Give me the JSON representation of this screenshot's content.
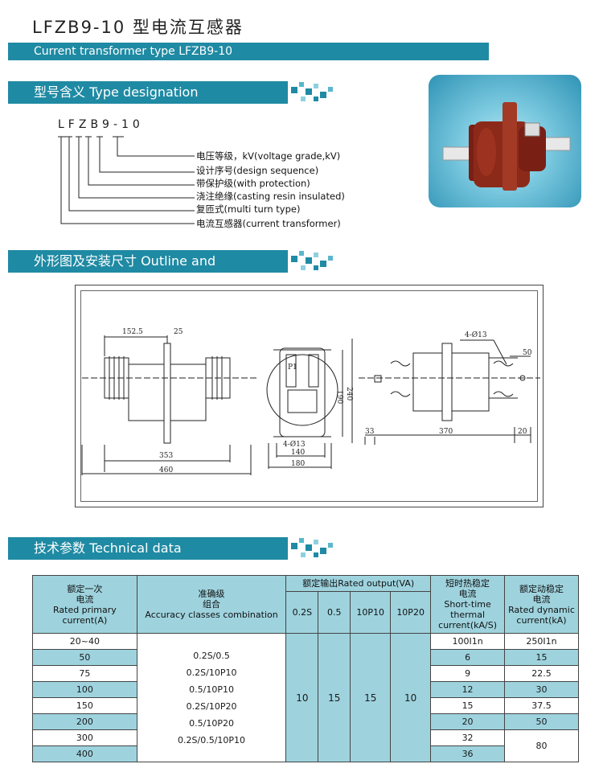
{
  "header": {
    "title_cn": "LFZB9-10 型电流互感器",
    "title_en": "Current transformer type LFZB9-10"
  },
  "sections": {
    "type_designation": "型号含义  Type designation",
    "outline": "外形图及安装尺寸  Outline and dimensions",
    "technical": "技术参数   Technical data"
  },
  "designation": {
    "code": "LFZB9-10",
    "items": [
      "电压等级，kV(voltage grade,kV)",
      "设计序号(design sequence)",
      "带保护级(with protection)",
      "浇注绝缘(casting resin insulated)",
      "复匝式(multi turn type)",
      "电流互感器(current transformer)"
    ]
  },
  "drawing": {
    "front": {
      "d1": "152.5",
      "d2": "25",
      "d3": "353",
      "d4": "460"
    },
    "side": {
      "p1": "P1",
      "h1": "190",
      "h2": "240",
      "holes": "4-Ø13",
      "w1": "140",
      "w2": "180"
    },
    "top": {
      "holes": "4-Ø13",
      "d1": "50",
      "d2": "33",
      "d3": "370",
      "d4": "20"
    }
  },
  "table": {
    "headers": {
      "primary": "额定一次\n电流\nRated primary current(A)",
      "accuracy": "准确级\n组合\nAccuracy classes combination",
      "output": "额定输出Rated output(VA)",
      "out_cols": [
        "0.2S",
        "0.5",
        "10P10",
        "10P20"
      ],
      "thermal": "短时热稳定\n电流\nShort-time\nthermal\ncurrent(kA/S)",
      "dynamic": "额定动稳定\n电流\nRated dynamic\ncurrent(kA)"
    },
    "primary": [
      "20~40",
      "50",
      "75",
      "100",
      "150",
      "200",
      "300",
      "400"
    ],
    "accuracy": [
      "0.2S/0.5",
      "0.2S/10P10",
      "0.5/10P10",
      "0.2S/10P20",
      "0.5/10P20",
      "0.2S/0.5/10P10"
    ],
    "outputs": [
      "10",
      "15",
      "15",
      "10"
    ],
    "thermal": [
      "100I1n",
      "6",
      "9",
      "12",
      "15",
      "20",
      "32",
      "36"
    ],
    "dynamic": [
      "250I1n",
      "15",
      "22.5",
      "30",
      "37.5",
      "50",
      "80"
    ]
  },
  "colors": {
    "accent": "#1f8aa3",
    "table_fill": "#9ed3de"
  }
}
